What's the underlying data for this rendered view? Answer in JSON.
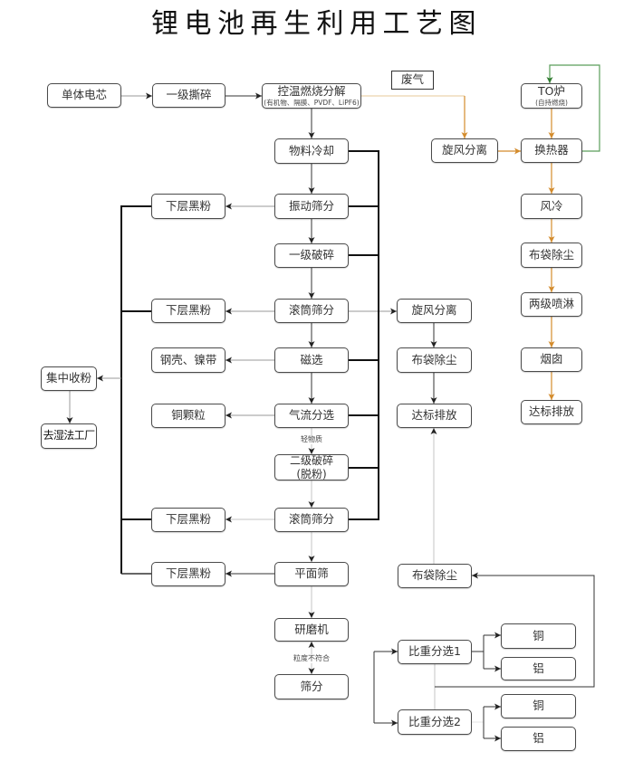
{
  "title": "锂电池再生利用工艺图",
  "nodes": {
    "single_cell": "单体电芯",
    "primary_shredding": "一级撕碎",
    "pyrolysis": "控温燃烧分解",
    "pyrolysis_note": "(有机物、隔膜、PVDF、LiPF6)",
    "exhaust_gas": "废气",
    "to_furnace": "TO炉",
    "to_furnace_note": "(自持燃烧)",
    "material_cooling": "物料冷却",
    "cyclone_separation_gas": "旋风分离",
    "heat_exchanger": "换热器",
    "black_powder_1": "下层黑粉",
    "vibrating_screening": "振动筛分",
    "air_cooling": "风冷",
    "primary_crushing": "一级破碎",
    "bag_dust_removal_gas": "布袋除尘",
    "black_powder_2": "下层黑粉",
    "drum_screening_1": "滚筒筛分",
    "cyclone_separation_dust": "旋风分离",
    "two_stage_spray": "两级喷淋",
    "steel_shell_nickel_strip": "钢壳、镍带",
    "magnetic_separation": "磁选",
    "bag_dust_removal_dust": "布袋除尘",
    "chimney": "烟囱",
    "powder_collection": "集中收粉",
    "copper_granules": "铜颗粒",
    "air_classification": "气流分选",
    "compliant_emission_dust": "达标排放",
    "compliant_emission_gas": "达标排放",
    "to_hydromet_plant": "去湿法工厂",
    "secondary_crushing": "二级破碎",
    "secondary_crushing_note": "(脱粉)",
    "black_powder_3": "下层黑粉",
    "drum_screening_2": "滚筒筛分",
    "black_powder_4": "下层黑粉",
    "flat_screen": "平面筛",
    "bag_dust_removal_sep": "布袋除尘",
    "grinder": "研磨机",
    "sieving": "筛分",
    "gravity_separation_1": "比重分选1",
    "copper_1": "铜",
    "aluminum_1": "铝",
    "gravity_separation_2": "比重分选2",
    "copper_2": "铜",
    "aluminum_2": "铝"
  },
  "edge_labels": {
    "light_material": "轻物质",
    "size_mismatch": "粒度不符合"
  },
  "colors": {
    "exhaust_flow": "#d38b2c",
    "exhaust_flow_light": "#ecd3ad",
    "recirculation_loop": "#5a9e5a",
    "main_flow": "#333333",
    "secondary_flow": "#999999",
    "faint_flow": "#c4c4c4",
    "collection_bus": "#111111"
  }
}
